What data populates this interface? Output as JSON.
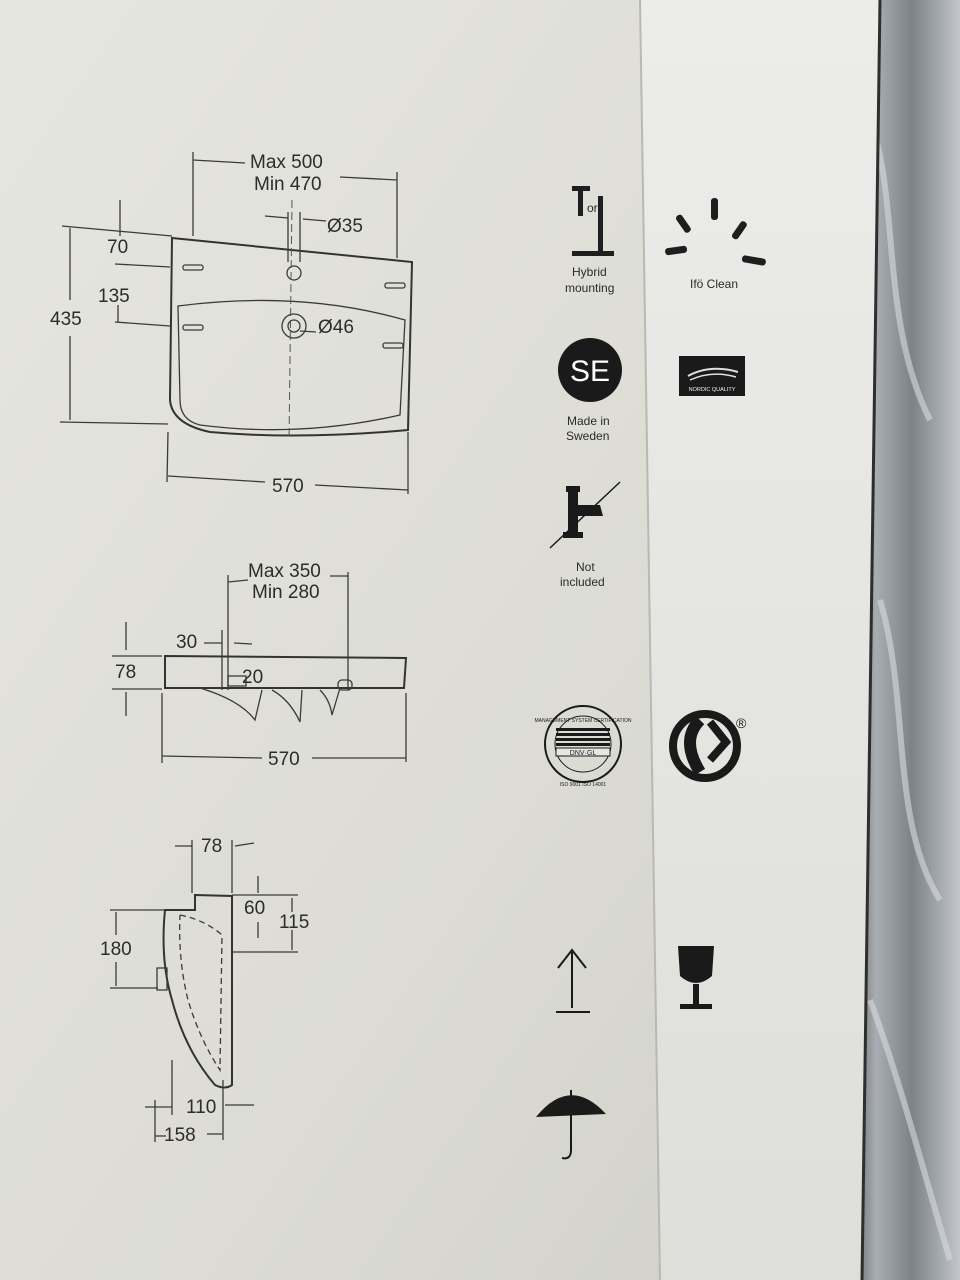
{
  "top_view": {
    "max_width": "Max 500",
    "min_width": "Min 470",
    "tap_hole": "Ø35",
    "dim_70": "70",
    "dim_135": "135",
    "height": "435",
    "drain": "Ø46",
    "width": "570"
  },
  "front_view": {
    "max_width": "Max 350",
    "min_width": "Min 280",
    "dim_30": "30",
    "dim_20": "20",
    "height": "78",
    "width": "570"
  },
  "side_view": {
    "top_depth": "78",
    "dim_60": "60",
    "dim_115": "115",
    "dim_180": "180",
    "dim_110": "110",
    "dim_158": "158"
  },
  "icons": {
    "hybrid_or": "or",
    "hybrid_line1": "Hybrid",
    "hybrid_line2": "mounting",
    "clean_label": "Ifö Clean",
    "se_badge": "SE",
    "made_line1": "Made in",
    "made_line2": "Sweden",
    "nordic_label": "NORDIC QUALITY",
    "not_line1": "Not",
    "not_line2": "included",
    "cert_arc": "MANAGEMENT SYSTEM CERTIFICATION",
    "cert_brand": "DNV·GL",
    "cert_iso": "ISO 9001 ISO 14001",
    "registered": "®"
  },
  "colors": {
    "box_paper": "#e3e3dc",
    "panel_paper": "#e9e9e4",
    "ink": "#2c2c2c",
    "plastic": "#9ea4aa"
  }
}
